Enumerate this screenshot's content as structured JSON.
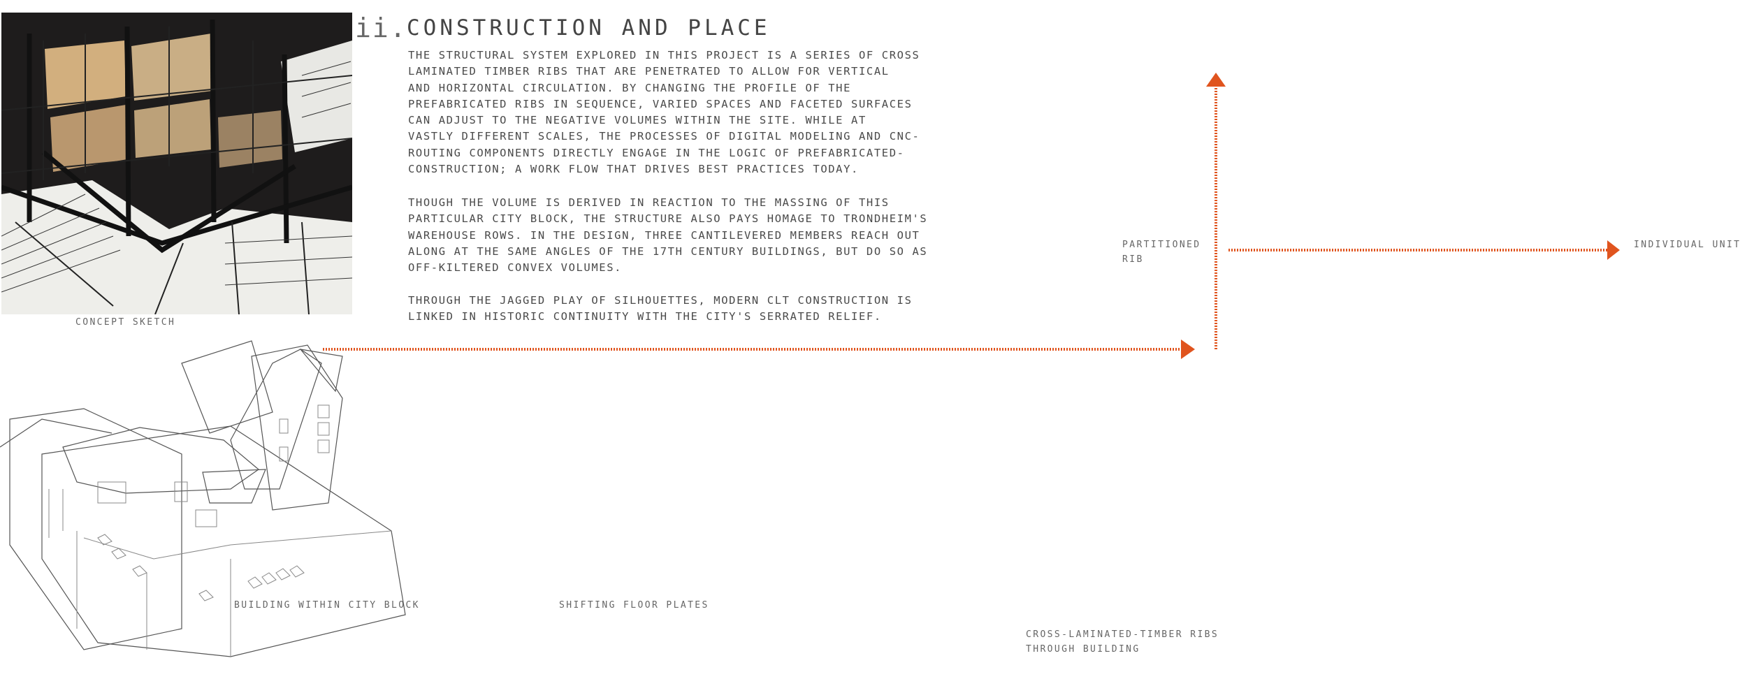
{
  "header": {
    "number": "ii.",
    "title": "CONSTRUCTION AND PLACE"
  },
  "paragraphs": [
    "THE STRUCTURAL SYSTEM EXPLORED IN THIS PROJECT IS A SERIES OF CROSS\nLAMINATED TIMBER RIBS THAT ARE PENETRATED TO ALLOW FOR VERTICAL\nAND HORIZONTAL CIRCULATION.  BY CHANGING THE PROFILE OF THE\nPREFABRICATED RIBS IN SEQUENCE, VARIED SPACES AND FACETED SURFACES\nCAN ADJUST TO THE NEGATIVE VOLUMES WITHIN THE SITE.  WHILE AT\nVASTLY DIFFERENT SCALES, THE PROCESSES OF DIGITAL MODELING AND CNC-\nROUTING COMPONENTS DIRECTLY ENGAGE IN THE LOGIC OF PREFABRICATED-\nCONSTRUCTION; A WORK FLOW THAT DRIVES BEST PRACTICES TODAY.",
    "THOUGH THE VOLUME IS DERIVED IN REACTION TO THE MASSING OF THIS\nPARTICULAR CITY BLOCK, THE STRUCTURE ALSO PAYS HOMAGE TO TRONDHEIM'S\nWAREHOUSE ROWS.  IN THE DESIGN, THREE CANTILEVERED MEMBERS REACH OUT\nALONG AT THE SAME ANGLES OF THE 17TH CENTURY BUILDINGS, BUT DO SO AS\nOFF-KILTERED CONVEX VOLUMES.",
    "THROUGH THE JAGGED PLAY OF SILHOUETTES, MODERN CLT CONSTRUCTION IS\nLINKED IN HISTORIC CONTINUITY WITH THE CITY'S SERRATED RELIEF."
  ],
  "captions": {
    "concept_sketch": "CONCEPT SKETCH",
    "building": "BUILDING WITHIN CITY BLOCK",
    "floor_plates": "SHIFTING FLOOR PLATES",
    "clt_ribs": "CROSS-LAMINATED-TIMBER RIBS\nTHROUGH BUILDING",
    "partitioned_rib": "PARTITIONED\nRIB",
    "individual_unit": "INDIVIDUAL UNIT"
  },
  "colors": {
    "arrow": "#e0541e",
    "text": "#4a4a4a",
    "sketch_bg": "#1e1c1c",
    "sketch_glow": "#f2c98f"
  },
  "icons": {
    "arrow_head": "triangle-arrow"
  }
}
